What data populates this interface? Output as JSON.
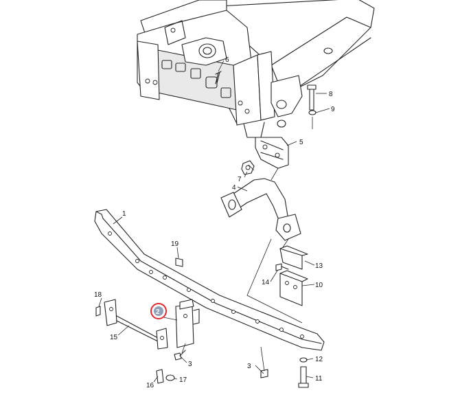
{
  "diagram": {
    "callouts": [
      {
        "id": "c1",
        "text": "1"
      },
      {
        "id": "c2",
        "text": "2"
      },
      {
        "id": "c3a",
        "text": "3"
      },
      {
        "id": "c3b",
        "text": "3"
      },
      {
        "id": "c4",
        "text": "4"
      },
      {
        "id": "c5",
        "text": "5"
      },
      {
        "id": "c6",
        "text": "6"
      },
      {
        "id": "c7",
        "text": "7"
      },
      {
        "id": "c8",
        "text": "8"
      },
      {
        "id": "c9",
        "text": "9"
      },
      {
        "id": "c10",
        "text": "10"
      },
      {
        "id": "c11",
        "text": "11"
      },
      {
        "id": "c12",
        "text": "12"
      },
      {
        "id": "c13",
        "text": "13"
      },
      {
        "id": "c14",
        "text": "14"
      },
      {
        "id": "c15",
        "text": "15"
      },
      {
        "id": "c16",
        "text": "16"
      },
      {
        "id": "c17",
        "text": "17"
      },
      {
        "id": "c18",
        "text": "18"
      },
      {
        "id": "c19",
        "text": "19"
      }
    ],
    "highlight": {
      "label": "2",
      "ring_color": "#e0282e",
      "badge_color": "#8fa0b8"
    },
    "colors": {
      "line": "#222222",
      "background": "#ffffff"
    }
  }
}
